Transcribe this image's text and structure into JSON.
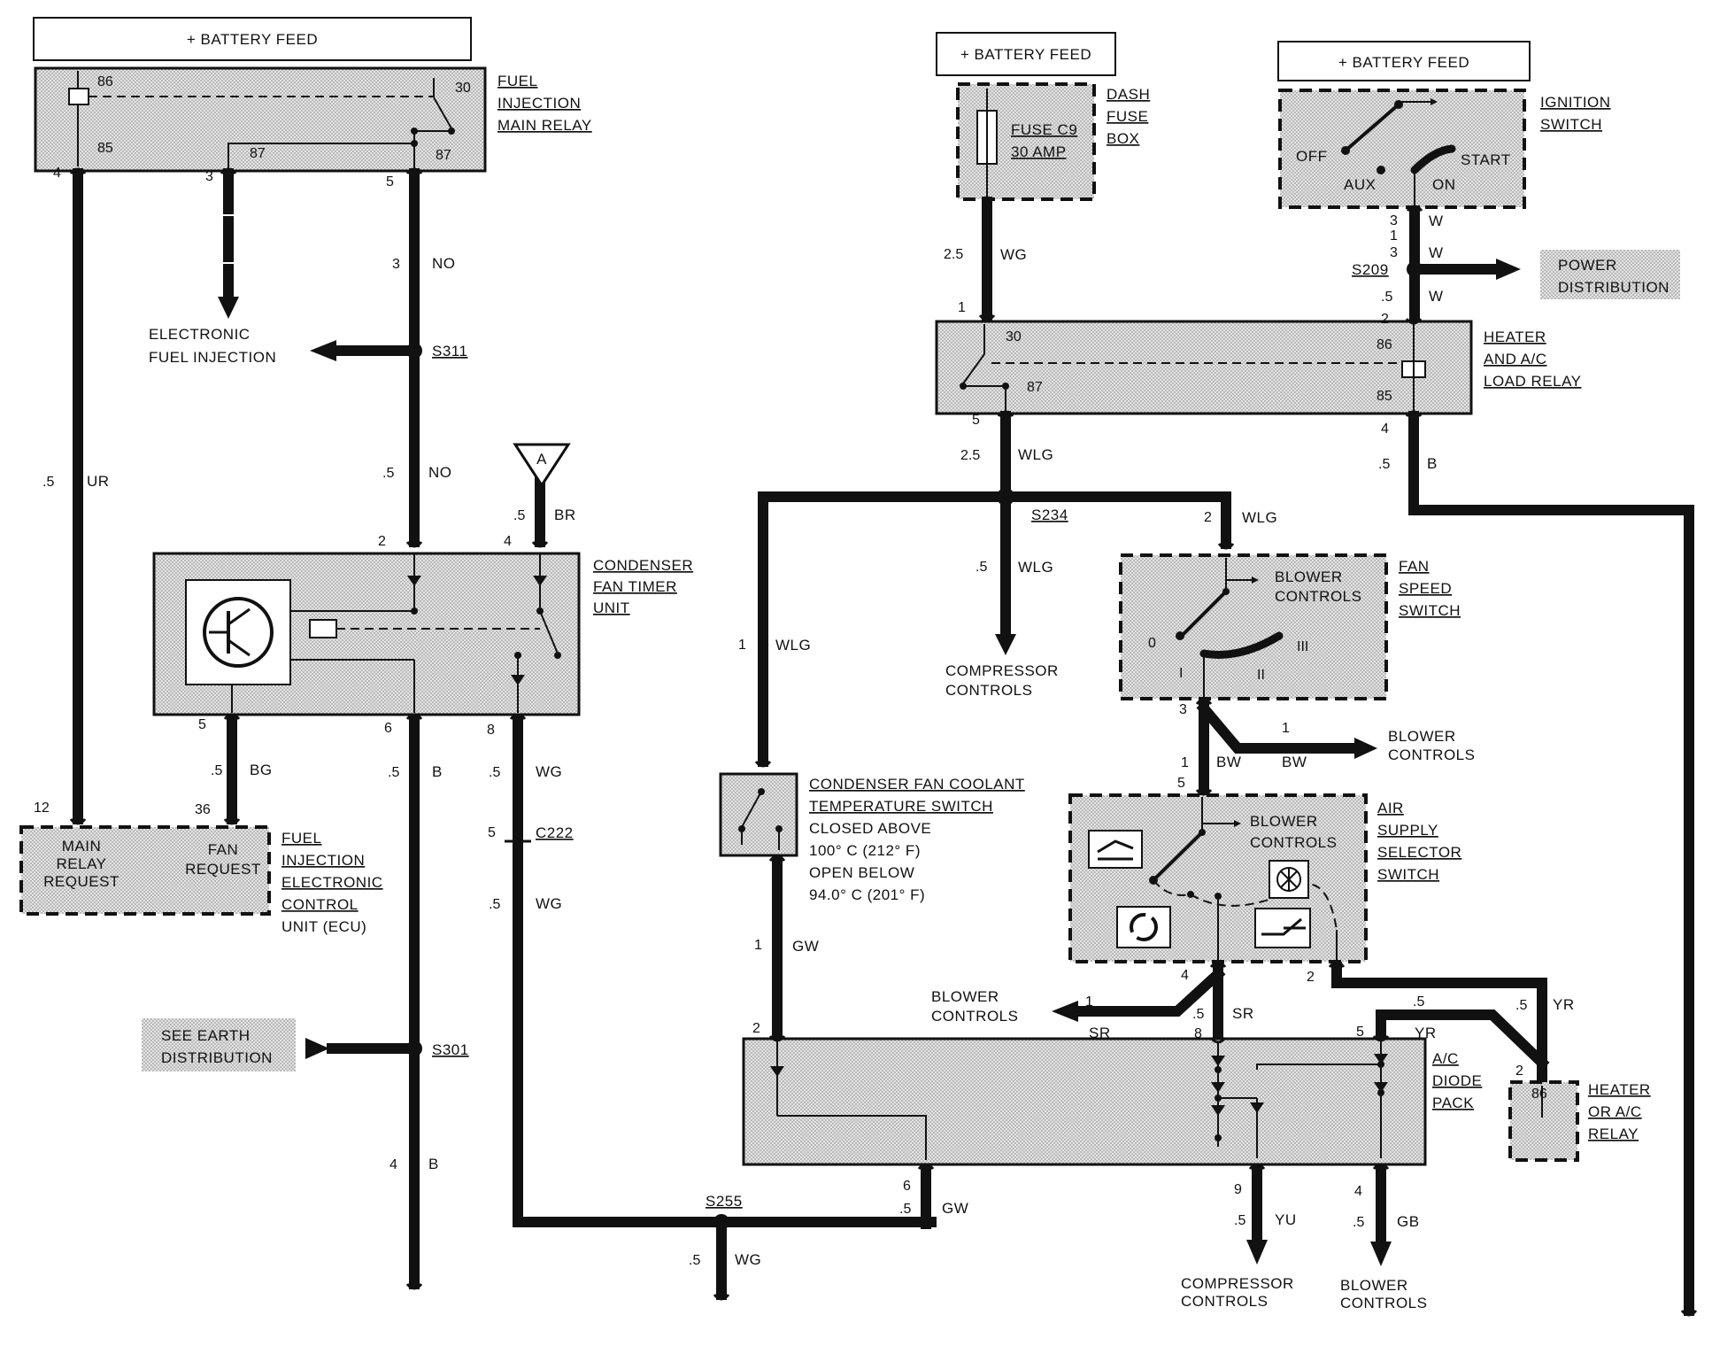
{
  "battery": {
    "left": "+ BATTERY FEED",
    "mid": "+ BATTERY FEED",
    "right": "+ BATTERY FEED"
  },
  "relay_fi": {
    "name": [
      "FUEL",
      "INJECTION",
      "MAIN RELAY"
    ],
    "pins": {
      "p86": "86",
      "p85": "85",
      "p30": "30",
      "p87a": "87",
      "p87b": "87"
    }
  },
  "left_wires": {
    "pin4": "4",
    "pin3": "3",
    "pin5": "5",
    "no_size": "3",
    "no_color": "NO",
    "ur_size": ".5",
    "ur_color": "UR",
    "no2_size": ".5",
    "no2_color": "NO",
    "br_size": ".5",
    "br_color": "BR",
    "s311": "S311",
    "efi": [
      "ELECTRONIC",
      "FUEL INJECTION"
    ],
    "connector_a": "A"
  },
  "timer": {
    "name": [
      "CONDENSER",
      "FAN TIMER",
      "UNIT"
    ],
    "pin2": "2",
    "pin4": "4",
    "pin5": "5",
    "pin6": "6",
    "pin8": "8"
  },
  "lower_left": {
    "bg_size": ".5",
    "bg_color": "BG",
    "b_size": ".5",
    "b_color": "B",
    "wg_size": ".5",
    "wg_color": "WG",
    "c222_pin": "5",
    "c222": "C222",
    "wg2_size": ".5",
    "wg2_color": "WG",
    "pin12": "12",
    "pin36": "36",
    "s301": "S301",
    "earth": [
      "SEE EARTH",
      "DISTRIBUTION"
    ],
    "b4_size": "4",
    "b4_color": "B",
    "s255": "S255",
    "wg3_size": ".5",
    "wg3_color": "WG"
  },
  "ecu": {
    "main_relay": [
      "MAIN",
      "RELAY",
      "REQUEST"
    ],
    "fan_request": [
      "FAN",
      "REQUEST"
    ],
    "name": [
      "FUEL",
      "INJECTION",
      "ELECTRONIC",
      "CONTROL",
      "UNIT (ECU)"
    ]
  },
  "dash_fuse": {
    "fuse": [
      "FUSE C9",
      "30 AMP"
    ],
    "name": [
      "DASH",
      "FUSE",
      "BOX"
    ],
    "wire_size": "2.5",
    "wire_color": "WG",
    "pin1": "1"
  },
  "ignition": {
    "name": [
      "IGNITION",
      "SWITCH"
    ],
    "off": "OFF",
    "aux": "AUX",
    "on": "ON",
    "start": "START",
    "pin3a": "3",
    "pin1": "1",
    "pin3b": "3",
    "w1": "W",
    "w2": "W",
    "w3": "W",
    "s209": "S209",
    "s209_size": ".5",
    "power": [
      "POWER",
      "DISTRIBUTION"
    ]
  },
  "load_relay": {
    "name": [
      "HEATER",
      "AND A/C",
      "LOAD RELAY"
    ],
    "p30": "30",
    "p87": "87",
    "p86": "86",
    "p85": "85",
    "pin2": "2",
    "pin4": "4",
    "pin5": "5",
    "wlg_size": "2.5",
    "wlg_color": "WLG",
    "b_size": ".5",
    "b_color": "B"
  },
  "mid_wires": {
    "s234": "S234",
    "wlg2_pin": "2",
    "wlg2_color": "WLG",
    "wlg3_size": ".5",
    "wlg3_color": "WLG",
    "compressor": [
      "COMPRESSOR",
      "CONTROLS"
    ],
    "wlg1_size": "1",
    "wlg1_color": "WLG"
  },
  "fan_switch": {
    "name": [
      "FAN",
      "SPEED",
      "SWITCH"
    ],
    "blower": [
      "BLOWER",
      "CONTROLS"
    ],
    "pos0": "0",
    "pos1": "I",
    "pos2": "II",
    "pos3": "III",
    "pin3": "3",
    "out_size": "1",
    "bw1": "BW",
    "bw2": "BW",
    "blower_out": [
      "BLOWER",
      "CONTROLS"
    ]
  },
  "temp_switch": {
    "name": [
      "CONDENSER FAN COOLANT",
      "TEMPERATURE SWITCH"
    ],
    "closed": "CLOSED ABOVE",
    "closed_val": "100° C (212° F)",
    "open": "OPEN BELOW",
    "open_val": "94.0° C (201° F)",
    "gw_size": "1",
    "gw_color": "GW"
  },
  "air_switch": {
    "name": [
      "AIR",
      "SUPPLY",
      "SELECTOR",
      "SWITCH"
    ],
    "blower": [
      "BLOWER",
      "CONTROLS"
    ],
    "pin1": "1",
    "pin5": "5",
    "pin4": "4",
    "pin2": "2"
  },
  "diode": {
    "name": [
      "A/C",
      "DIODE",
      "PACK"
    ],
    "pin2": "2",
    "pin8": "8",
    "pin5": "5",
    "pin6": "6",
    "pin9": "9",
    "pin4": "4",
    "sr1": "SR",
    "sr2": "SR",
    "sr_size": ".5",
    "blower_out": [
      "BLOWER",
      "CONTROLS"
    ],
    "blower_pin": "1",
    "yr1": "YR",
    "yr2": "YR",
    "yr_size1": ".5",
    "yr_size2": ".5",
    "gw_size": ".5",
    "gw_color": "GW",
    "yu_size": ".5",
    "yu_color": "YU",
    "gb_size": ".5",
    "gb_color": "GB",
    "compressor": [
      "COMPRESSOR",
      "CONTROLS"
    ],
    "blower2": [
      "BLOWER",
      "CONTROLS"
    ]
  },
  "heater_relay": {
    "name": [
      "HEATER",
      "OR A/C",
      "RELAY"
    ],
    "pin2": "2",
    "p86": "86"
  }
}
